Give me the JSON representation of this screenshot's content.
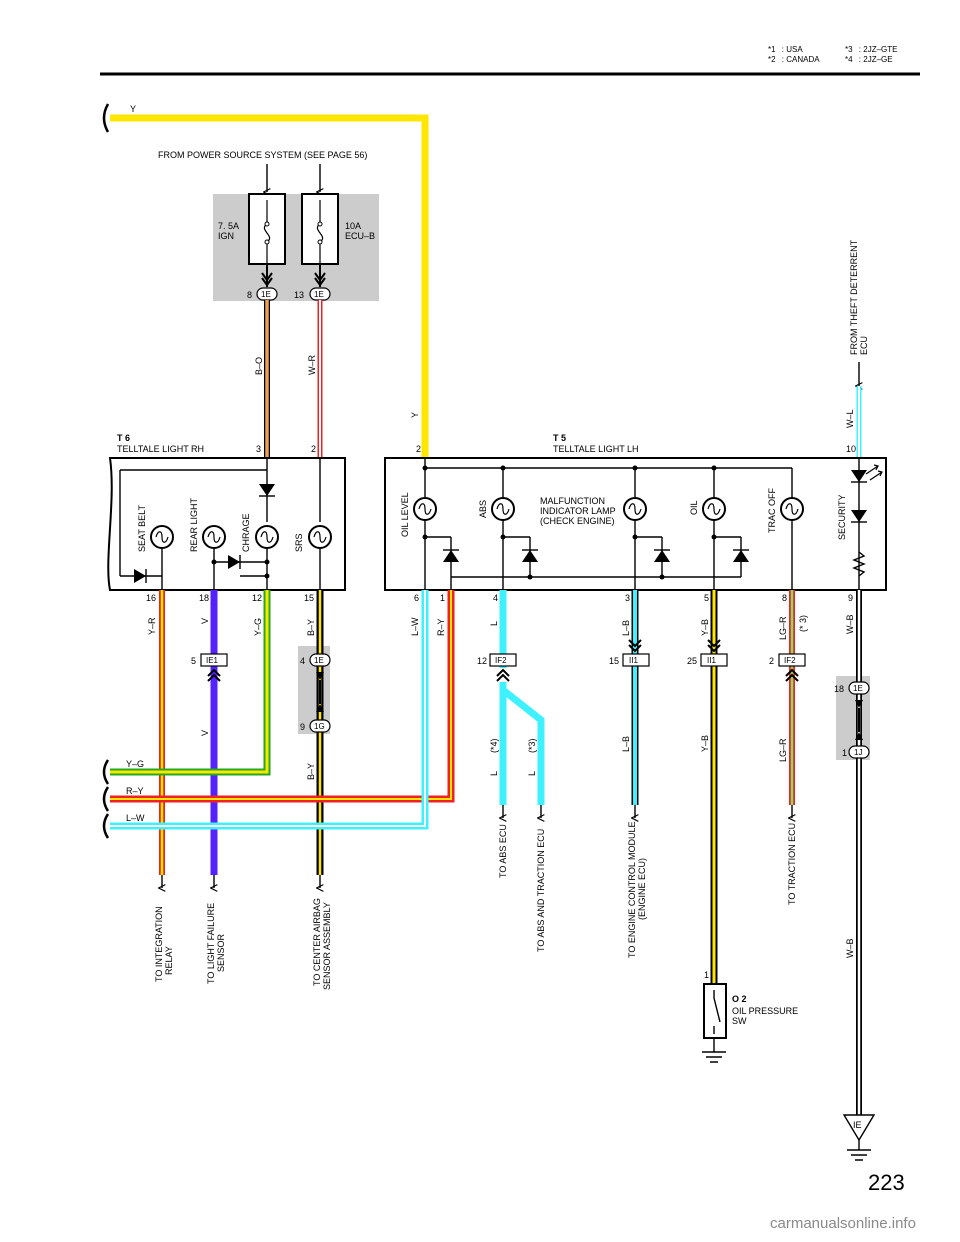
{
  "header": {
    "notes": [
      {
        "mark": "*1",
        "value": ": USA"
      },
      {
        "mark": "*2",
        "value": ": CANADA"
      },
      {
        "mark": "*3",
        "value": ": 2JZ–GTE"
      },
      {
        "mark": "*4",
        "value": ": 2JZ–GE"
      }
    ]
  },
  "power_source": {
    "label": "FROM POWER SOURCE SYSTEM (SEE PAGE 56)",
    "fuse1": {
      "line1": "7. 5A",
      "line2": "IGN",
      "pin": "8",
      "connector": "1E"
    },
    "fuse2": {
      "line1": "10A",
      "line2": "ECU–B",
      "pin": "13",
      "connector": "1E"
    }
  },
  "theft": {
    "line1": "FROM THEFT DETERRENT",
    "line2": "ECU"
  },
  "wires": {
    "y_top": "Y",
    "y_mid": "Y",
    "bo": "B–O",
    "wr": "W–R",
    "wl": "W–L",
    "yr": "Y–R",
    "v1": "V",
    "v2": "V",
    "yg": "Y–G",
    "by1": "B–Y",
    "by2": "B–Y",
    "lw": "L–W",
    "ry": "R–Y",
    "l1": "L",
    "l_abs": "L",
    "l_tr": "L",
    "lb1": "L–B",
    "lb2": "L–B",
    "yb1": "Y–B",
    "yb2": "Y–B",
    "lgr1": "LG–R",
    "lgr2": "LG–R",
    "wb1": "W–B",
    "wb2": "W–B",
    "left_yg": "Y–G",
    "left_ry": "R–Y",
    "left_lw": "L–W",
    "note_4": "(*4)",
    "note_3a": "(*3)",
    "note_3b": "(* 3)"
  },
  "t6": {
    "code": "T 6",
    "name": "TELLTALE LIGHT RH",
    "pin_3": "3",
    "pin_2": "2",
    "lamps": [
      "SEAT BELT",
      "REAR LIGHT",
      "CHRAGE",
      "SRS"
    ],
    "bottom_pins": [
      "16",
      "18",
      "12",
      "15"
    ]
  },
  "t5": {
    "code": "T 5",
    "name": "TELLTALE LIGHT LH",
    "pin_2": "2",
    "pin_10": "10",
    "lamps": [
      "OIL LEVEL",
      "ABS",
      "OIL",
      "TRAC OFF",
      "SECURITY"
    ],
    "mil": {
      "line1": "MALFUNCTION",
      "line2": "INDICATOR LAMP",
      "line3": "(CHECK ENGINE)"
    },
    "bottom_pins": [
      "6",
      "1",
      "4",
      "3",
      "5",
      "8",
      "9"
    ]
  },
  "connectors": {
    "ie1": {
      "pin": "5",
      "name": "IE1"
    },
    "c1e": {
      "pin": "4",
      "name": "1E"
    },
    "c1g": {
      "pin": "9",
      "name": "1G"
    },
    "if2a": {
      "pin": "12",
      "name": "IF2"
    },
    "ii1a": {
      "pin": "15",
      "name": "II1"
    },
    "ii1b": {
      "pin": "25",
      "name": "II1"
    },
    "if2b": {
      "pin": "2",
      "name": "IF2"
    },
    "c18": {
      "pin": "18",
      "name": "1E"
    },
    "c1j": {
      "pin": "1",
      "name": "1J"
    }
  },
  "destinations": {
    "integration": {
      "line1": "TO INTEGRATION",
      "line2": "RELAY"
    },
    "light_failure": {
      "line1": "TO LIGHT FAILURE",
      "line2": "SENSOR"
    },
    "airbag": {
      "line1": "TO CENTER AIRBAG",
      "line2": "SENSOR ASSEMBLY"
    },
    "abs": "TO ABS ECU",
    "abs_traction": "TO ABS AND TRACTION ECU",
    "engine": {
      "line1": "TO ENGINE CONTROL MODULE",
      "line2": "(ENGINE ECU)"
    },
    "traction": "TO TRACTION ECU"
  },
  "o2": {
    "code": "O 2",
    "line1": "OIL PRESSURE",
    "line2": "SW",
    "pin": "1"
  },
  "ground": {
    "label": "IE"
  },
  "page_number": "223",
  "watermark": "carmanualsonline.info"
}
